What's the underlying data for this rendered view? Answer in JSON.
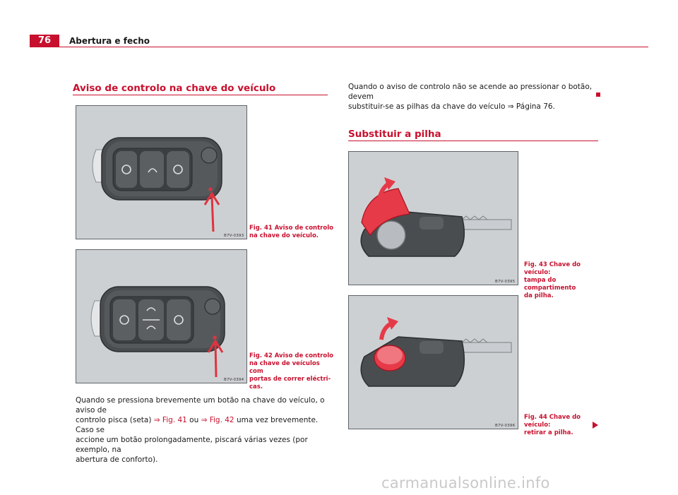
{
  "header": {
    "page_number": "76",
    "chapter_title": "Abertura e fecho"
  },
  "section1": {
    "heading": "Aviso de controlo na chave do veículo"
  },
  "fig41": {
    "code": "B7V-0393",
    "caption_lines": [
      "Fig. 41  Aviso de controlo",
      "na chave do veículo."
    ]
  },
  "fig42": {
    "code": "B7V-0394",
    "caption_lines": [
      "Fig. 42  Aviso de controlo",
      "na chave de veículos com",
      "portas de correr eléctri-",
      "cas."
    ]
  },
  "para1": {
    "line1": "Quando se pressiona brevemente um botão na chave do veículo, o aviso de",
    "line2_a": "controlo pisca (seta) ",
    "line2_ref1": "⇒ Fig. 41",
    "line2_b": " ou ",
    "line2_ref2": "⇒ Fig. 42",
    "line2_c": " uma vez brevemente. Caso se",
    "line3": "accione um botão prolongadamente, piscará várias vezes (por exemplo, na",
    "line4": "abertura de conforto)."
  },
  "para2": {
    "line1": "Quando o aviso de controlo não se acende ao pressionar o botão, devem",
    "line2": "substituir-se as pilhas da chave do veículo ⇒ Página 76."
  },
  "section2": {
    "heading": "Substituir a pilha"
  },
  "fig43": {
    "code": "B7V-0395",
    "caption_lines": [
      "Fig. 43  Chave do veículo:",
      "tampa do compartimento",
      "da pilha."
    ]
  },
  "fig44": {
    "code": "B7V-0396",
    "caption_lines": [
      "Fig. 44  Chave do veículo:",
      "retirar a pilha."
    ]
  },
  "watermark": "carmanualsonline.info",
  "colors": {
    "accent": "#c8102e",
    "figure_bg": "#cdd0d3",
    "key_body": "#4a4d50"
  }
}
